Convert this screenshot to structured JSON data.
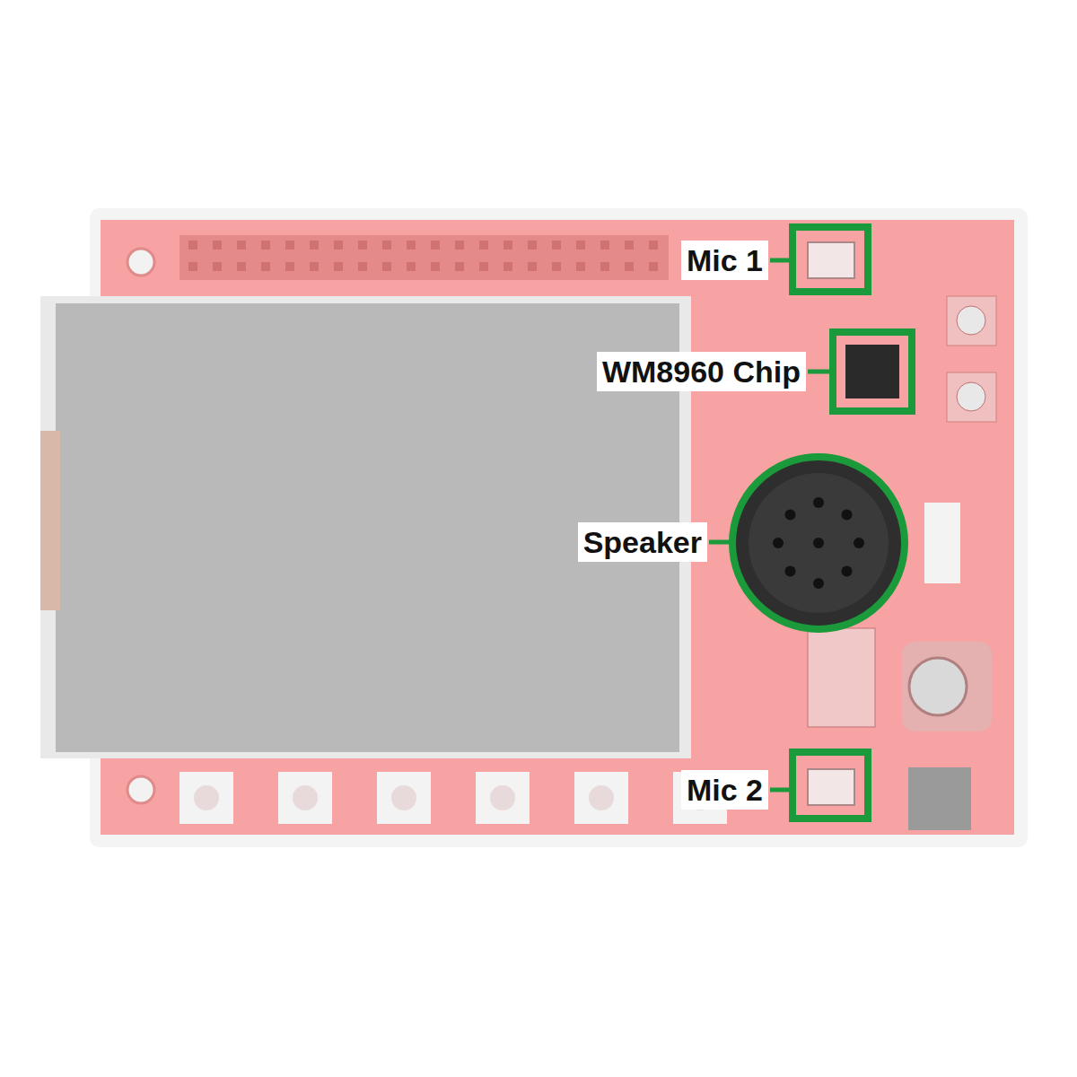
{
  "diagram": {
    "labels": [
      "Mic 1",
      "WM8960 Chip",
      "Speaker",
      "Mic 2"
    ]
  }
}
